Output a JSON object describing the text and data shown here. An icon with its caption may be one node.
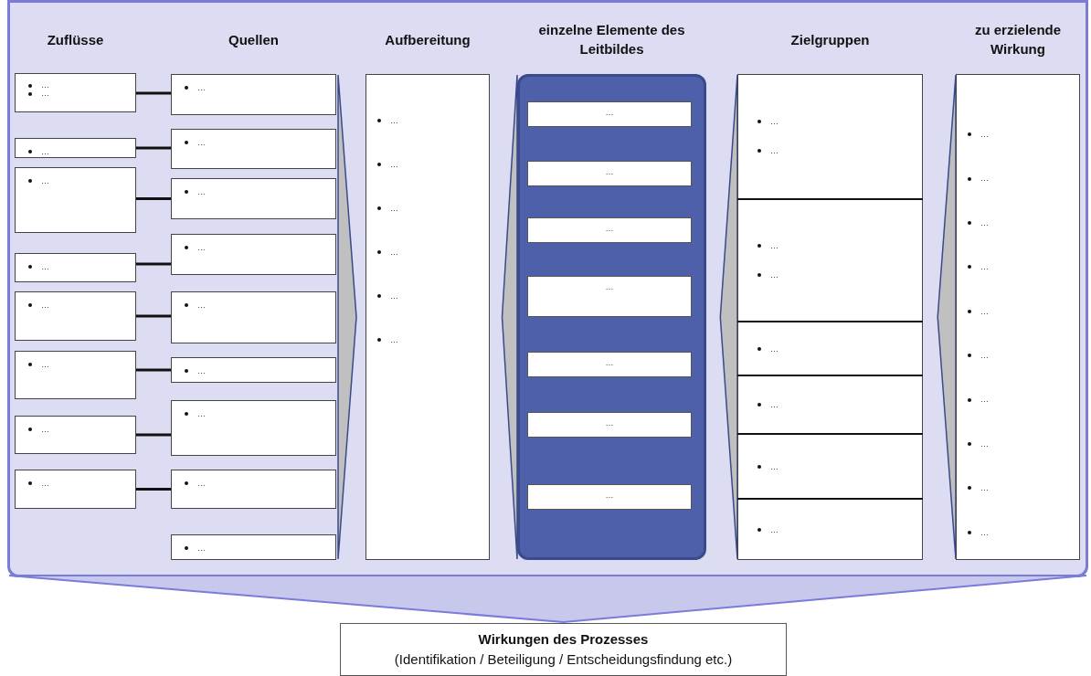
{
  "diagram": {
    "nodes": [
      {
        "text": [],
        "shape": "box"
      },
      {
        "text": [
          "…",
          "…"
        ],
        "in": 0
      },
      {
        "text": [
          "…"
        ],
        "in": 0
      },
      {
        "text": [
          "…"
        ],
        "in": 0
      },
      {
        "text": [
          "…"
        ],
        "in": 0
      },
      {
        "text": [
          "…"
        ],
        "in": 0
      },
      {
        "text": [
          "…"
        ],
        "in": 0
      },
      {
        "text": [
          "…"
        ],
        "in": 0
      },
      {
        "text": [
          "…"
        ],
        "in": 0
      },
      {
        "text": [
          "…"
        ],
        "in": 0
      },
      {
        "text": [
          "…"
        ],
        "in": 0
      },
      {
        "text": [
          "…"
        ],
        "in": 0
      },
      {
        "text": [
          "…"
        ],
        "in": 0
      },
      {
        "text": [
          "…"
        ],
        "in": 0
      },
      {
        "text": [
          "…"
        ],
        "in": 0
      },
      {
        "text": [
          "…"
        ],
        "in": 0
      },
      {
        "text": [
          "…"
        ],
        "in": 0
      },
      {
        "text": [
          "…"
        ],
        "in": 0
      },
      {
        "text": [
          "Aufbereitung",
          "…",
          "…",
          "…",
          "…",
          "…",
          "…"
        ],
        "in": 0
      },
      {
        "text": [
          "einzelne Elemente des Leitbildes"
        ],
        "in": 0
      },
      {
        "text": [
          "…"
        ],
        "in": 19
      },
      {
        "text": [
          "…"
        ],
        "in": 19
      },
      {
        "text": [
          "…"
        ],
        "in": 19
      },
      {
        "text": [
          "…"
        ],
        "in": 19
      },
      {
        "text": [
          "…"
        ],
        "in": 19
      },
      {
        "text": [
          "…"
        ],
        "in": 19
      },
      {
        "text": [
          "…"
        ],
        "in": 19
      },
      {
        "text": [
          "Zielgruppen"
        ],
        "in": 0
      },
      {
        "text": [
          "…",
          "…"
        ],
        "in": 27
      },
      {
        "text": [
          "…",
          "…"
        ],
        "in": 27
      },
      {
        "text": [
          "…"
        ],
        "in": 27
      },
      {
        "text": [
          "…"
        ],
        "in": 27
      },
      {
        "text": [
          "…"
        ],
        "in": 27
      },
      {
        "text": [
          "…"
        ],
        "in": 27
      },
      {
        "text": [
          "zu erzielende Wirkung",
          "…",
          "…",
          "…",
          "…",
          "…",
          "…",
          "…",
          "…",
          "…",
          "…"
        ],
        "in": 0
      },
      {
        "text": [
          "Wirkungen des Prozesses",
          "(Identifikation / Beteiligung / Entscheidungsfindung etc.)"
        ]
      }
    ],
    "edges": [
      {
        "from": 1,
        "to": 9,
        "arrow": "none"
      },
      {
        "from": 2,
        "to": 10,
        "arrow": "none"
      },
      {
        "from": 3,
        "to": 11,
        "arrow": "none"
      },
      {
        "from": 4,
        "to": 12,
        "arrow": "none"
      },
      {
        "from": 5,
        "to": 13,
        "arrow": "none"
      },
      {
        "from": 6,
        "to": 14,
        "arrow": "none"
      },
      {
        "from": 7,
        "to": 15,
        "arrow": "none"
      },
      {
        "from": 8,
        "to": 16,
        "arrow": "none"
      },
      {
        "from": null,
        "to": 18,
        "arrow": "to"
      },
      {
        "from": 19,
        "to": 18,
        "arrow": "to"
      },
      {
        "from": 27,
        "to": 19,
        "arrow": "to"
      },
      {
        "from": 34,
        "to": 27,
        "arrow": "to"
      },
      {
        "from": 0,
        "to": 35,
        "arrow": "to"
      }
    ],
    "labels": [
      "Zuflüsse",
      "Quellen"
    ]
  }
}
